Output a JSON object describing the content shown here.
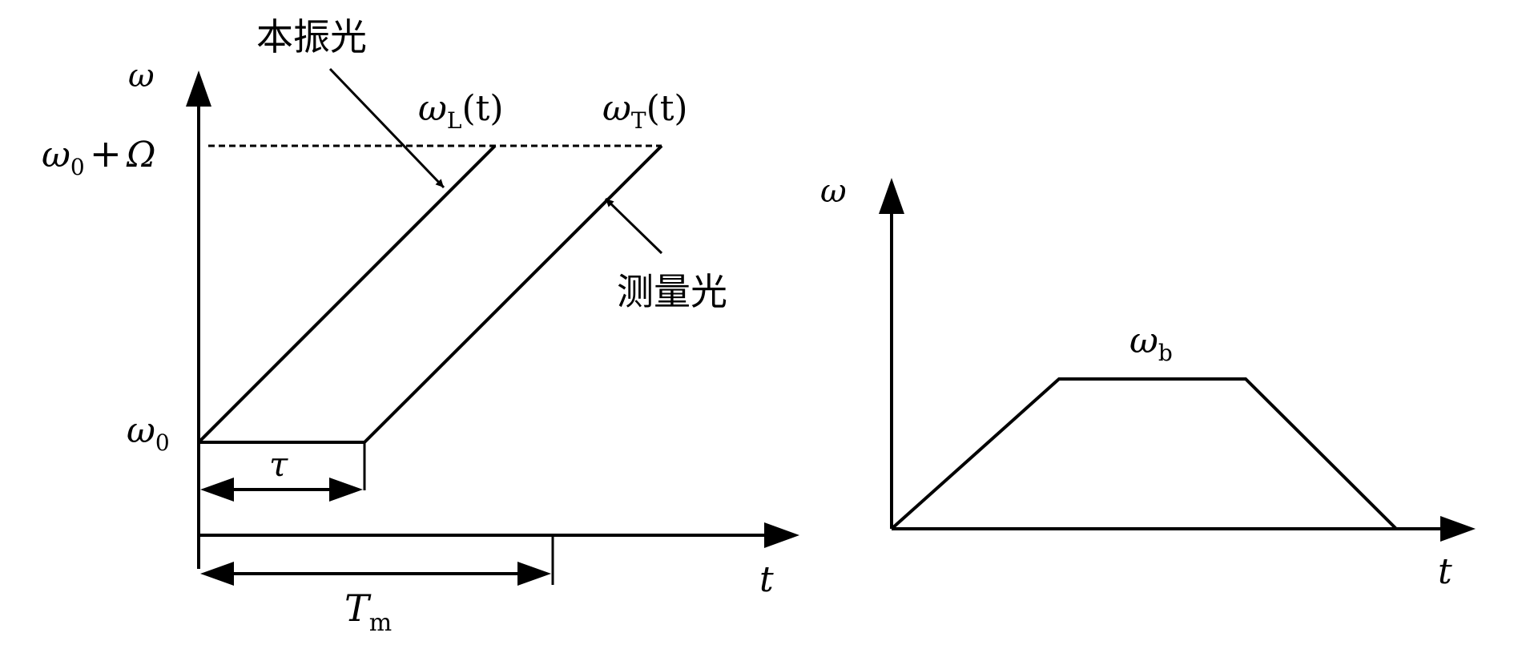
{
  "left_diagram": {
    "y_axis": {
      "symbol": "ω"
    },
    "x_axis": {
      "symbol": "t"
    },
    "ticks": {
      "omega0": {
        "base": "ω",
        "sub": "0"
      },
      "omega0_plus": {
        "base": "ω",
        "sub": "0",
        "plus": "+",
        "Omega": "Ω"
      }
    },
    "lines": {
      "local": {
        "base": "ω",
        "sub": "L",
        "arg": "(t)"
      },
      "test": {
        "base": "ω",
        "sub": "T",
        "arg": "(t)"
      }
    },
    "callouts": {
      "local_light": "本振光",
      "test_light": "测量光"
    },
    "delay": {
      "label": "τ"
    },
    "period": {
      "base": "T",
      "sub": "m"
    }
  },
  "right_diagram": {
    "y_axis": {
      "symbol": "ω"
    },
    "x_axis": {
      "symbol": "t"
    },
    "plateau": {
      "base": "ω",
      "sub": "b"
    }
  }
}
